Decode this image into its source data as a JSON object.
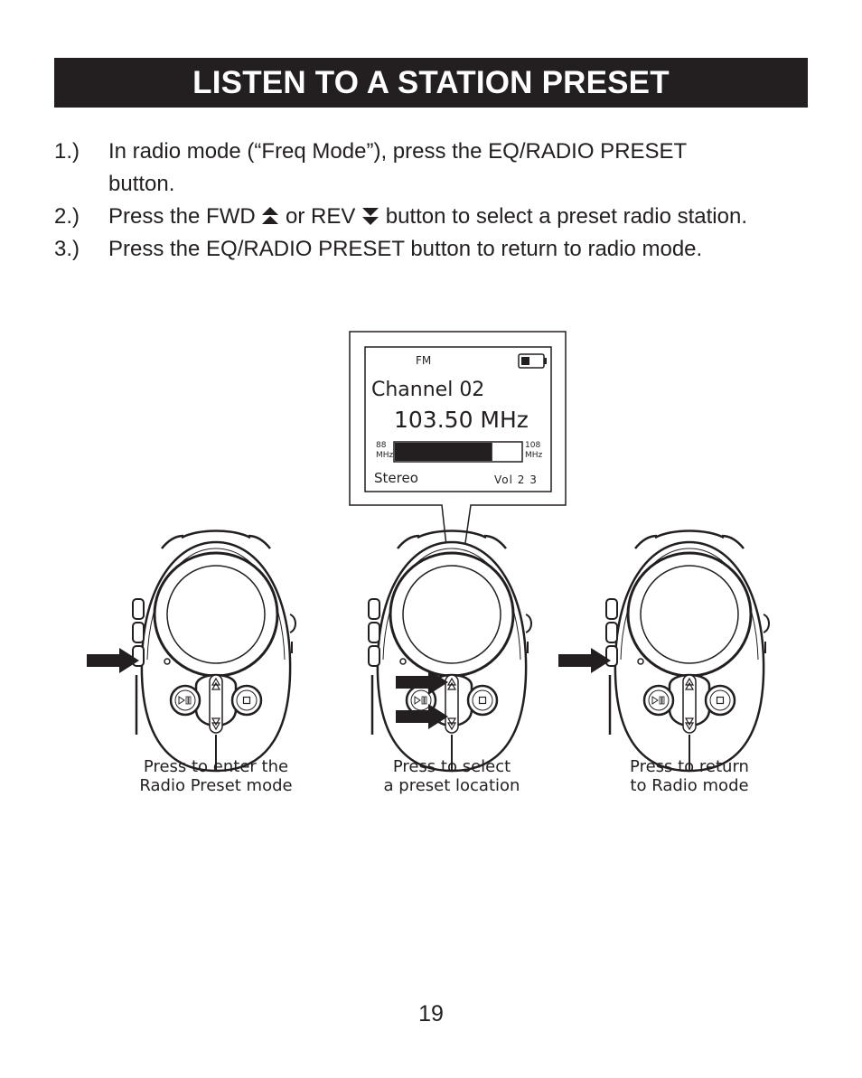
{
  "header": {
    "title": "LISTEN TO A STATION PRESET"
  },
  "steps": [
    {
      "num": "1.)",
      "line1": "In radio mode (“Freq Mode”), press the EQ/RADIO PRESET",
      "line2": "button."
    },
    {
      "num": "2.)",
      "before_fwd": "Press the FWD",
      "between": "or REV",
      "after_rev": "button to select a preset radio station."
    },
    {
      "num": "3.)",
      "text": "Press the EQ/RADIO PRESET button to return to radio mode."
    }
  ],
  "lcd": {
    "band": "FM",
    "channel": "Channel 02",
    "frequency": "103.50 MHz",
    "range_min_num": "88",
    "range_min_unit": "MHz",
    "range_max_num": "108",
    "range_max_unit": "MHz",
    "stereo": "Stereo",
    "volume": "Vol 2 3",
    "tuning_fraction": 0.77
  },
  "captions": [
    {
      "line1": "Press to enter the",
      "line2": "Radio Preset mode"
    },
    {
      "line1": "Press to select",
      "line2": "a preset location"
    },
    {
      "line1": "Press to return",
      "line2": "to Radio mode"
    }
  ],
  "footer": {
    "page_number": "19"
  },
  "icons": {
    "fwd": "fwd-arrow-icon",
    "rev": "rev-arrow-icon",
    "pointer": "pointer-arrow-icon"
  }
}
